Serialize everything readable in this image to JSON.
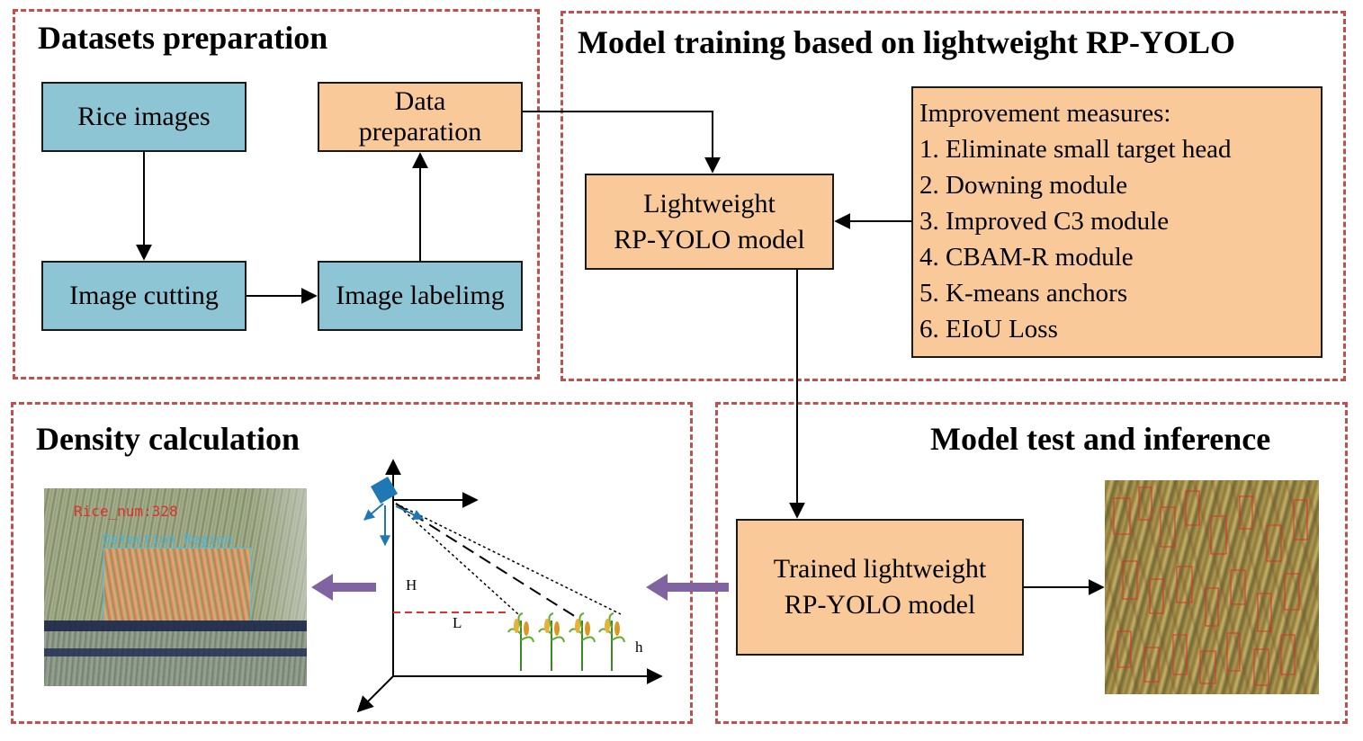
{
  "panels": {
    "datasets": {
      "title": "Datasets preparation"
    },
    "training": {
      "title": "Model training based on lightweight RP-YOLO"
    },
    "density": {
      "title": "Density calculation"
    },
    "test": {
      "title": "Model test and inference"
    }
  },
  "boxes": {
    "rice_images": "Rice images",
    "image_cutting": "Image cutting",
    "image_labeling": "Image labelimg",
    "data_prep_line1": "Data",
    "data_prep_line2": "preparation",
    "lw_model_line1": "Lightweight",
    "lw_model_line2": "RP-YOLO model",
    "trained_line1": "Trained lightweight",
    "trained_line2": "RP-YOLO model"
  },
  "measures": {
    "heading": "Improvement measures:",
    "items": [
      "1. Eliminate small target head",
      "2. Downing module",
      "3. Improved C3 module",
      "4. CBAM-R module",
      "5. K-means anchors",
      "6. EIoU Loss"
    ]
  },
  "density_photo": {
    "count_text": "Rice_num:328",
    "region_text": "Detection_Region"
  },
  "geometry_labels": {
    "H": "H",
    "L": "L",
    "h": "h"
  },
  "colors": {
    "panel_border": "#c0504d",
    "blue_box": "#8ec5d4",
    "orange_box": "#f9c99a",
    "purple_arrow": "#8064a2",
    "camera": "#1f78b4"
  }
}
